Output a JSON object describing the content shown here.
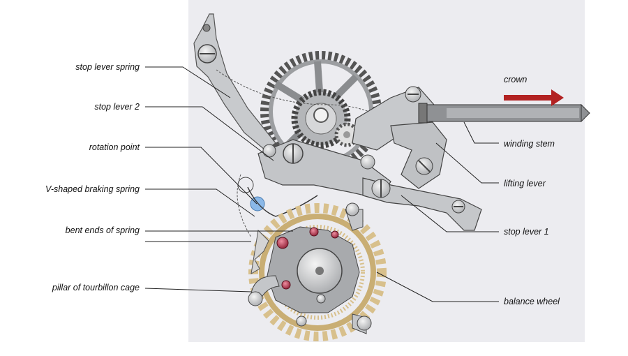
{
  "labels": {
    "stop_lever_spring": "stop lever spring",
    "stop_lever_2": "stop lever 2",
    "rotation_point": "rotation point",
    "v_shaped_braking_spring": "V-shaped braking spring",
    "bent_ends_of_spring": "bent ends of spring",
    "pillar_of_tourbillon_cage": "pillar of tourbillon cage",
    "crown": "crown",
    "winding_stem": "winding stem",
    "lifting_lever": "lifting lever",
    "stop_lever_1": "stop lever 1",
    "balance_wheel": "balance wheel"
  },
  "colors": {
    "background_panel": "#ececf0",
    "metal": "#c4c6c9",
    "metal_dark": "#5a5a5a",
    "gold": "#d8c08c",
    "ruby": "#b0304a",
    "crown_arrow": "#b22222",
    "highlight_blue": "#8ab8e8"
  }
}
